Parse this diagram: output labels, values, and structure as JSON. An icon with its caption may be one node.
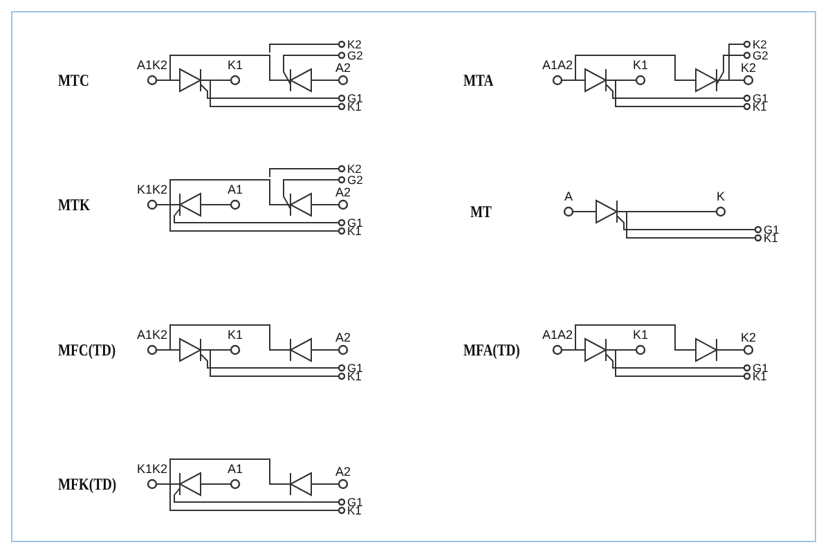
{
  "diagram": {
    "labels": [
      "MTC",
      "A1K2",
      "K1",
      "A2",
      "K2",
      "G2",
      "G1",
      "K1",
      "MTA",
      "A1A2",
      "K1",
      "K2",
      "K2",
      "G2",
      "G1",
      "K1",
      "MTK",
      "K1K2",
      "A1",
      "A2",
      "K2",
      "G2",
      "G1",
      "K1",
      "MT",
      "A",
      "K",
      "G1",
      "K1",
      "MFC(TD)",
      "A1K2",
      "K1",
      "A2",
      "G1",
      "K1",
      "MFA(TD)",
      "A1A2",
      "K1",
      "K2",
      "G1",
      "K1",
      "MFK(TD)",
      "K1K2",
      "A1",
      "A2",
      "G1",
      "K1"
    ]
  }
}
